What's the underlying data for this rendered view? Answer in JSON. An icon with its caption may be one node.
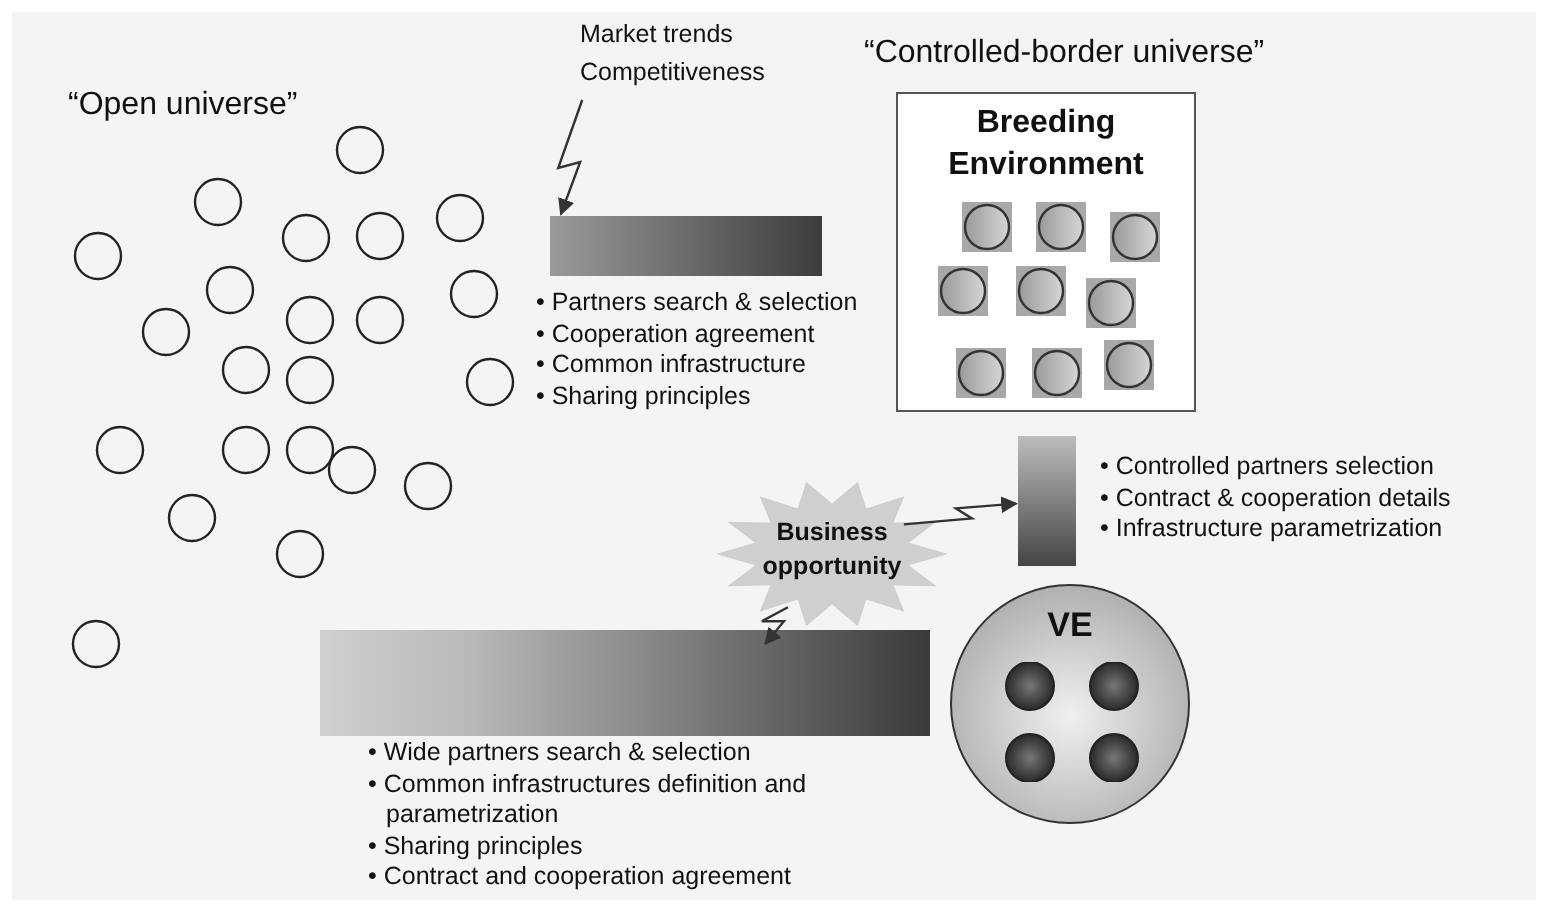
{
  "diagram": {
    "nodes": [
      {
        "text": [
          "Market trends",
          "Competitiveness"
        ]
      },
      {
        "text": [],
        "shape": "bar",
        "beside": [
          "• Partners search & selection",
          "• Cooperation agreement",
          "• Common infrastructure",
          "• Sharing principles"
        ]
      },
      {
        "text": [
          "Breeding Environment"
        ]
      },
      {
        "text": [
          "Business opportunity"
        ]
      },
      {
        "text": [],
        "shape": "bar",
        "beside": [
          "• Controlled partners selection",
          "• Contract & cooperation details",
          "• Infrastructure parametrization"
        ]
      },
      {
        "text": [],
        "shape": "bar",
        "beside": [
          "• Wide partners search & selection",
          "• Common infrastructures definition and parametrization",
          "• Sharing principles",
          "• Contract and cooperation agreement"
        ]
      },
      {
        "text": [
          "VE"
        ]
      }
    ],
    "edges": [
      {
        "from": 0,
        "to": 1,
        "arrow": "to"
      },
      {
        "from": 3,
        "to": 4,
        "arrow": "to"
      },
      {
        "from": 3,
        "to": 5,
        "arrow": "to"
      }
    ],
    "labels": [
      "“Open universe”",
      "“Controlled-border universe”"
    ]
  }
}
